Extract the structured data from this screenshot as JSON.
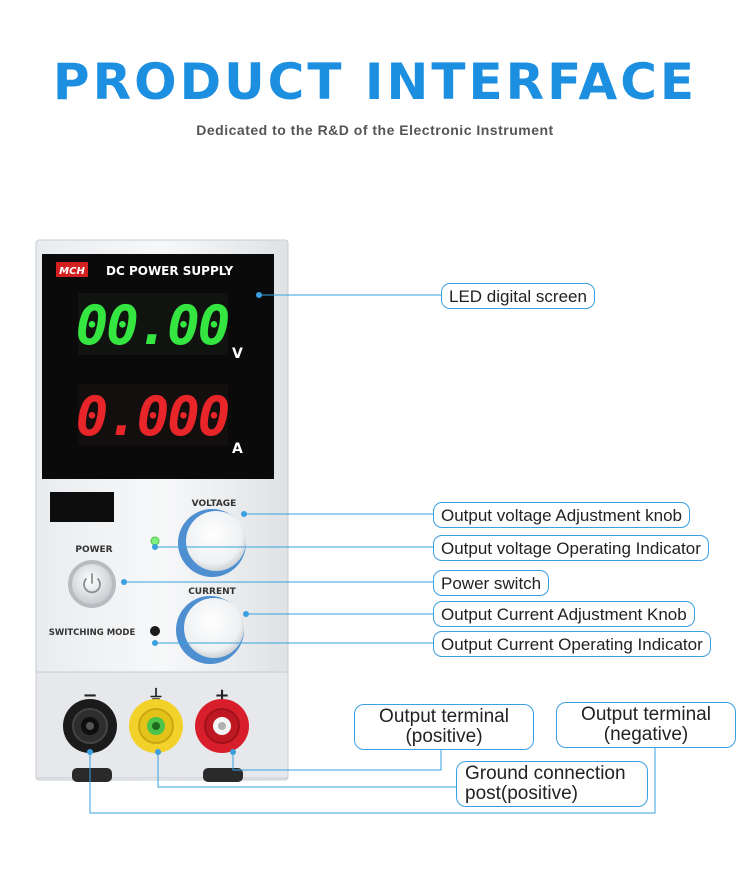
{
  "header": {
    "title": "PRODUCT INTERFACE",
    "subtitle": "Dedicated to the R&D of the Electronic Instrument"
  },
  "device": {
    "brand": "MCH",
    "model_label": "DC POWER SUPPLY",
    "voltage_display": "00.00",
    "voltage_unit": "V",
    "current_display": "0.000",
    "current_unit": "A",
    "voltage_knob_label": "VOLTAGE",
    "current_knob_label": "CURRENT",
    "power_label": "POWER",
    "switching_mode_label": "SWITCHING MODE",
    "terminal_negative_sign": "−",
    "terminal_ground_sign": "⏚",
    "terminal_positive_sign": "+"
  },
  "callouts": {
    "led_screen": "LED digital screen",
    "voltage_knob": "Output voltage Adjustment knob",
    "voltage_indicator": "Output voltage Operating Indicator",
    "power_switch": "Power switch",
    "current_knob": "Output Current Adjustment Knob",
    "current_indicator": "Output Current Operating Indicator",
    "terminal_positive_line1": "Output terminal",
    "terminal_positive_line2": "(positive)",
    "terminal_negative_line1": "Output terminal",
    "terminal_negative_line2": "(negative)",
    "ground_line1": "Ground connection",
    "ground_line2": "post(positive)"
  },
  "colors": {
    "accent": "#1c8fe0",
    "voltage_digits": "#35e640",
    "current_digits": "#e8262a",
    "callout_line": "#3aa0e0"
  }
}
